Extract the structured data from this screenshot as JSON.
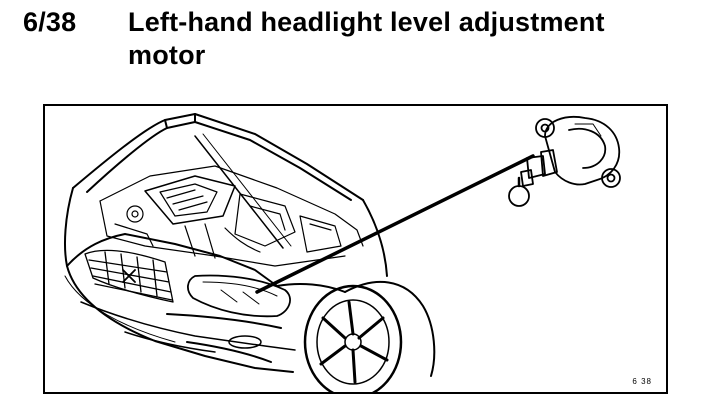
{
  "heading": {
    "component_id": "6/38",
    "title": "Left-hand headlight level adjustment motor"
  },
  "illustration": {
    "figure_ref": "6 38",
    "depicts": "car-front-with-open-hood-and-headlight-motor-callout"
  }
}
